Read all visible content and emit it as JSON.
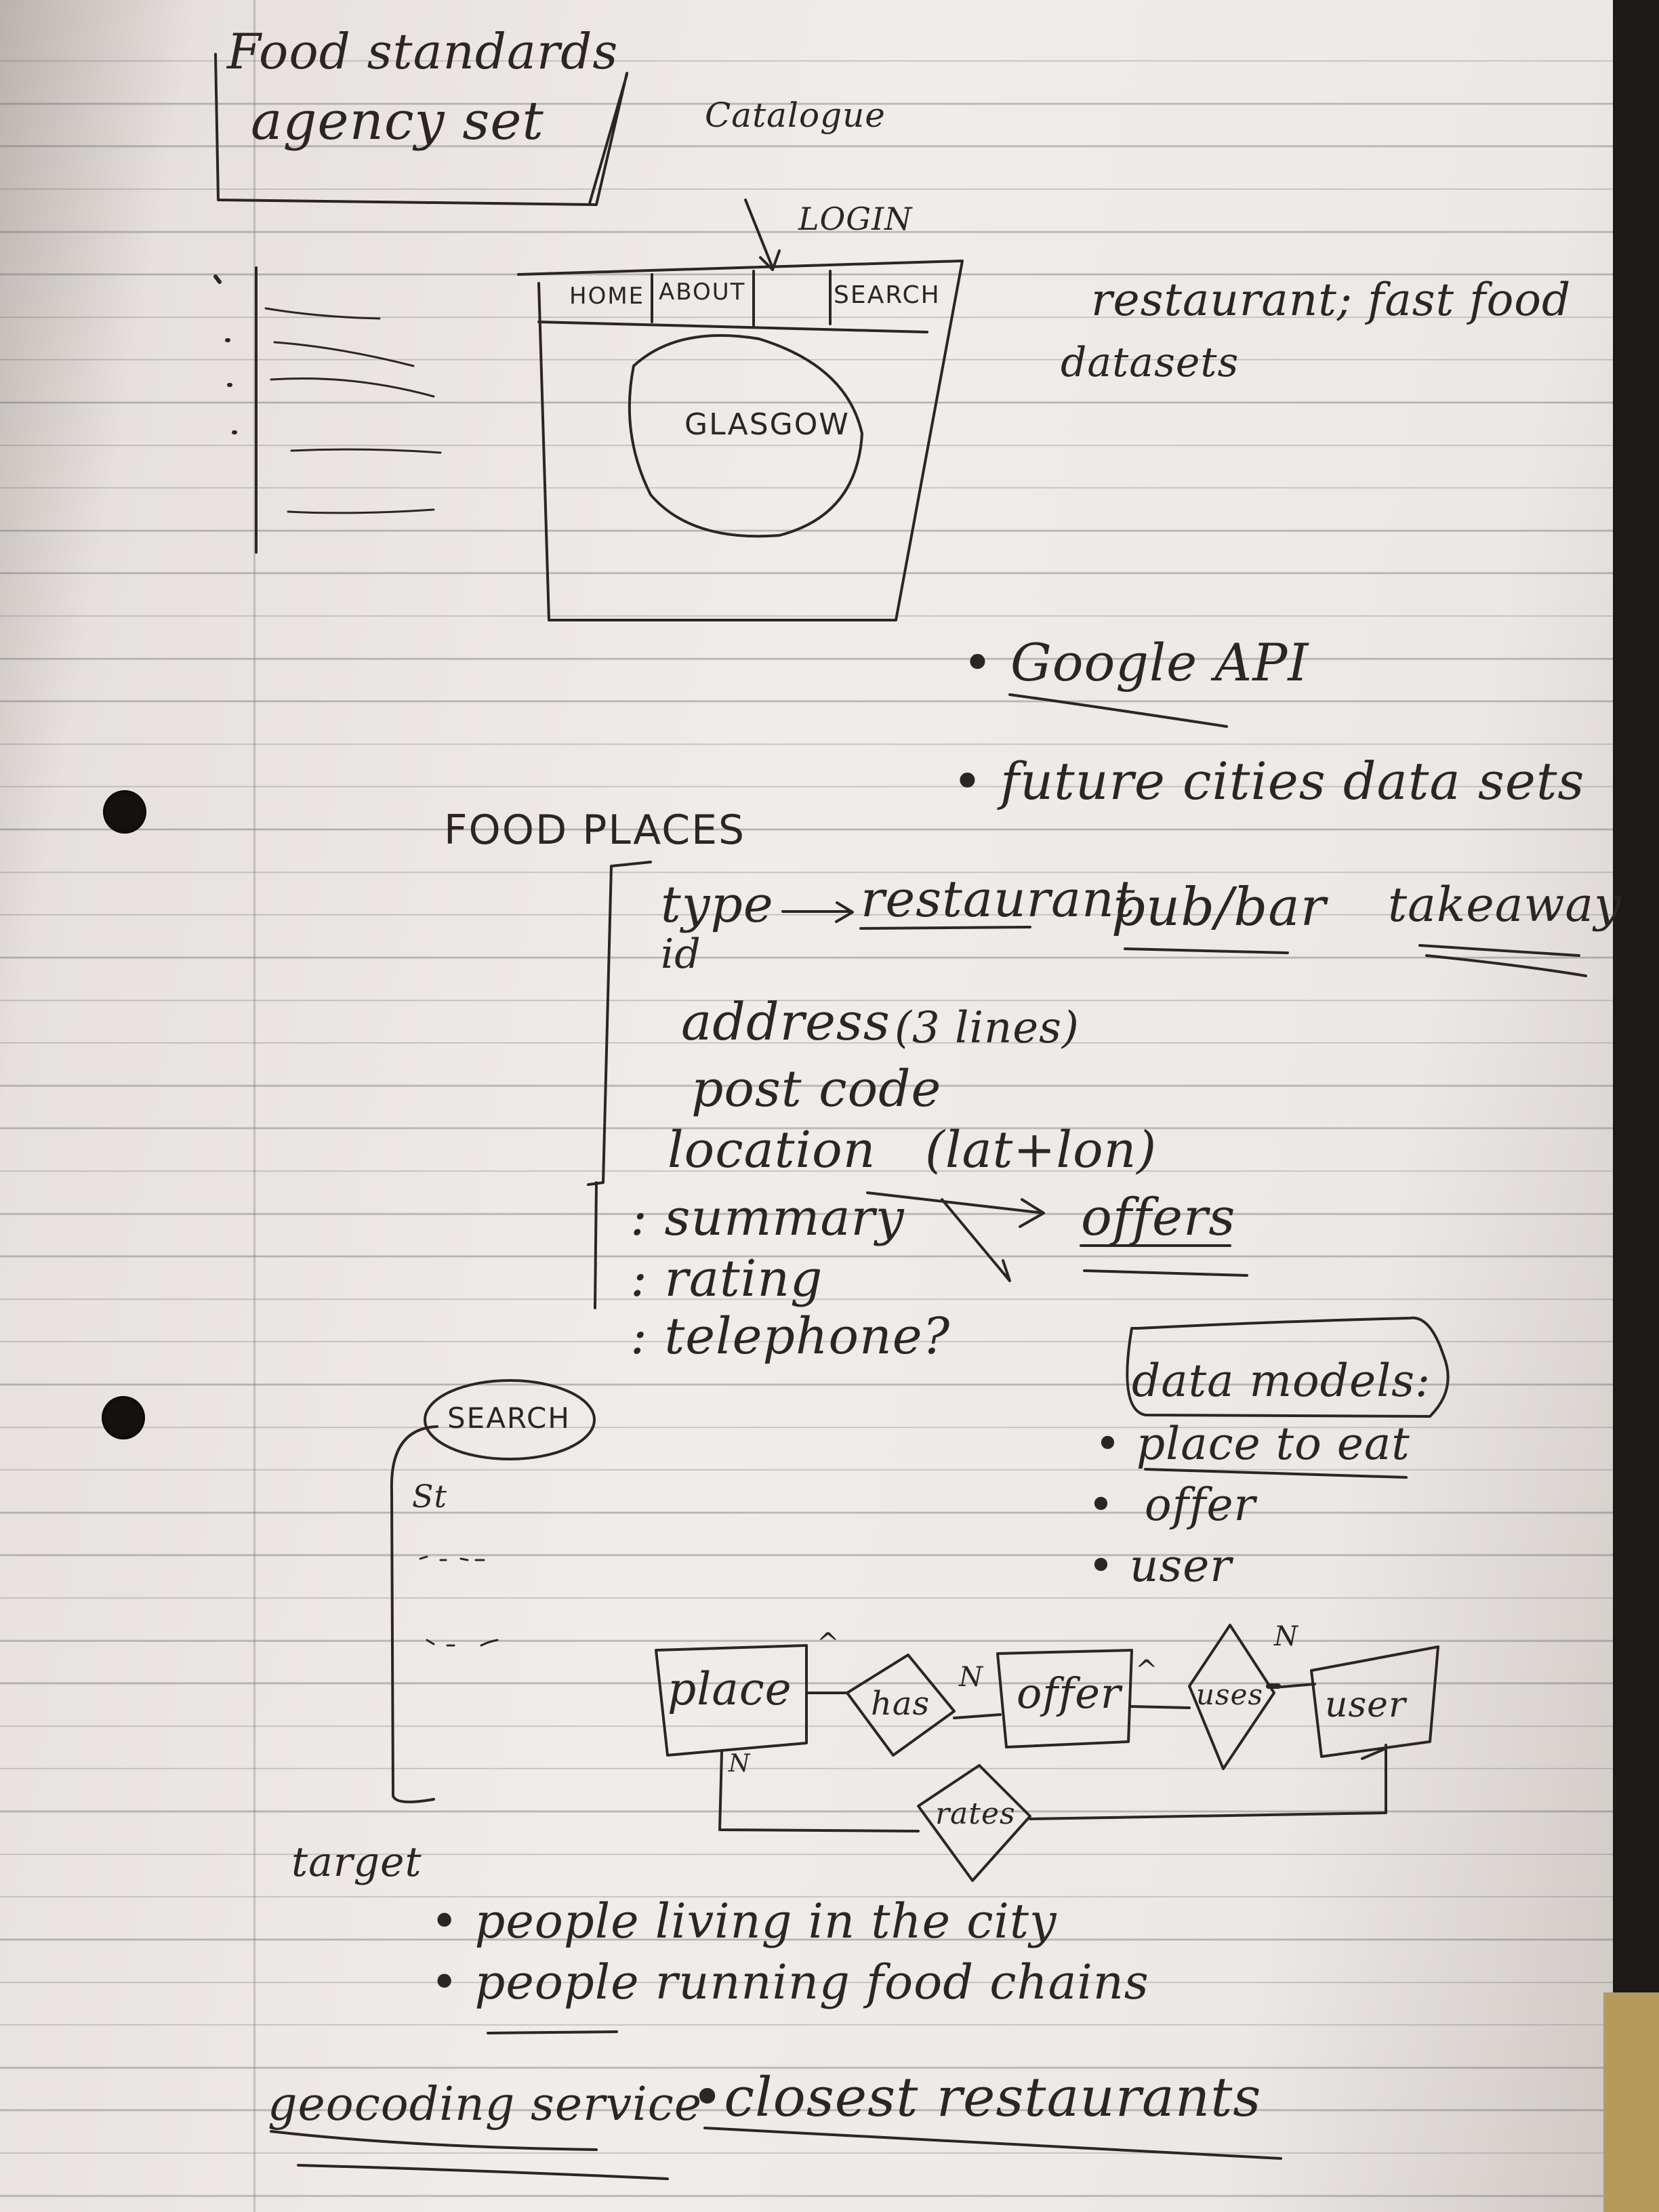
{
  "title_box": {
    "line1": "Food standards",
    "line2": "agency set"
  },
  "catalogue_label": "Catalogue",
  "login_label": "LOGIN",
  "mockup": {
    "tabs": [
      "HOME",
      "ABOUT",
      "SEARCH"
    ],
    "map_label": "GLASGOW"
  },
  "datasets_note": {
    "line1": "restaurant; fast food",
    "line2": "datasets"
  },
  "bullets_top": [
    "Google API",
    "future cities data sets"
  ],
  "food_places": {
    "heading": "FOOD PLACES",
    "type_label": "type",
    "type_values": [
      "restaurant",
      "pub/bar",
      "takeaway"
    ],
    "fields": [
      "id",
      "address",
      "(3 lines)",
      "post code",
      "location",
      "(lat+lon)"
    ],
    "extra_fields": [
      "summary",
      "rating",
      "telephone?"
    ],
    "offers": "offers"
  },
  "search_box": {
    "title": "SEARCH",
    "first_item": "St"
  },
  "data_models": {
    "title": "data models:",
    "items": [
      "place to eat",
      "offer",
      "user"
    ]
  },
  "er_diagram": {
    "entities": [
      "place",
      "offer",
      "user"
    ],
    "relations": [
      "has",
      "uses",
      "rates"
    ],
    "cardinalities": [
      "^",
      "N",
      "^",
      "N",
      "N"
    ]
  },
  "target": {
    "heading": "target",
    "items": [
      "people living in the city",
      "people running food chains"
    ]
  },
  "footer_notes": [
    "geocoding service",
    "closest restaurants"
  ],
  "colors": {
    "ink": "#2b2622",
    "paper": "#ece8e6",
    "rule": "#8a8a96",
    "background": "#1c1a16"
  }
}
